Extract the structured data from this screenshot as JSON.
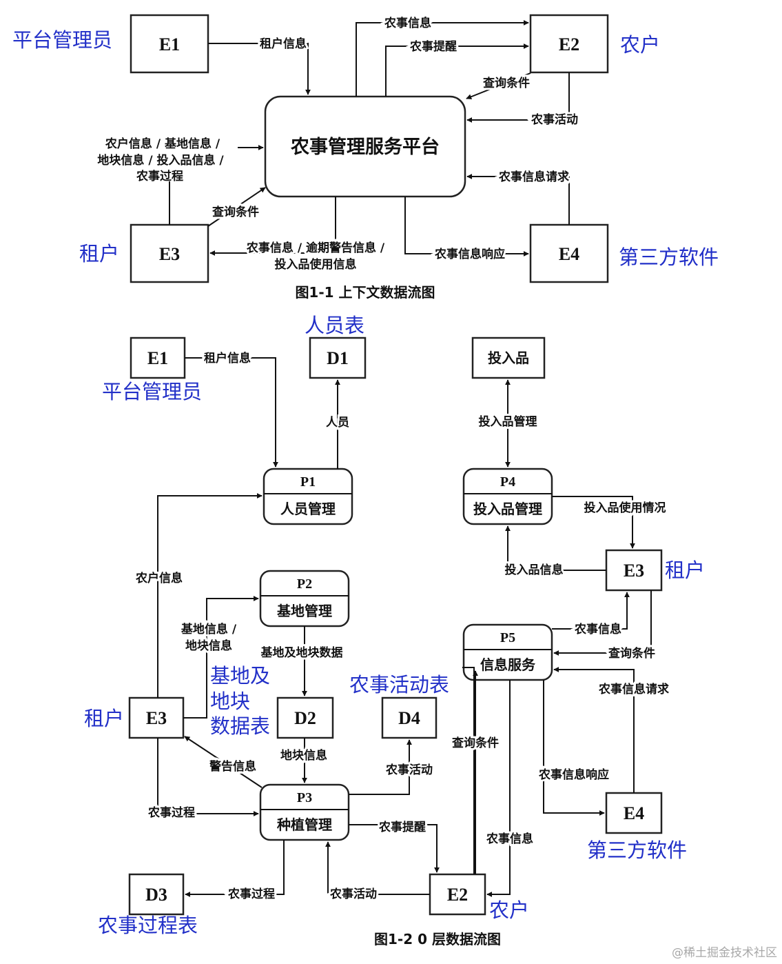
{
  "diagram1": {
    "center": "农事管理服务平台",
    "entities": {
      "e1": "E1",
      "e2": "E2",
      "e3": "E3",
      "e4": "E4"
    },
    "roles": {
      "e1": "平台管理员",
      "e2": "农户",
      "e3": "租户",
      "e4": "第三方软件"
    },
    "flows": {
      "tenant_info": "租户信息",
      "farm_info": "农事信息",
      "farm_reminder": "农事提醒",
      "query_cond_e2": "查询条件",
      "farm_activity": "农事活动",
      "e3_input_1": "农户信息 / 基地信息 /",
      "e3_input_2": "地块信息 / 投入品信息 /",
      "e3_input_3": "农事过程",
      "query_cond_e3": "查询条件",
      "farm_info_request": "农事信息请求",
      "e3_output_1": "农事信息 / 逾期警告信息 /",
      "e3_output_2": "投入品使用信息",
      "farm_info_response": "农事信息响应"
    },
    "caption": "图1-1 上下文数据流图"
  },
  "diagram2": {
    "entities": {
      "e1": "E1",
      "e2": "E2",
      "e3a": "E3",
      "e3b": "E3",
      "e4": "E4"
    },
    "roles": {
      "e1": "平台管理员",
      "e2": "农户",
      "e3a": "租户",
      "e3b": "租户",
      "e4": "第三方软件"
    },
    "stores": {
      "d1": "D1",
      "d1_name": "人员表",
      "d2": "D2",
      "d2_name_1": "基地及",
      "d2_name_2": "地块",
      "d2_name_3": "数据表",
      "d3": "D3",
      "d3_name": "农事过程表",
      "d4": "D4",
      "d4_name": "农事活动表",
      "input_goods": "投入品"
    },
    "processes": {
      "p1": "P1",
      "p1_name": "人员管理",
      "p2": "P2",
      "p2_name": "基地管理",
      "p3": "P3",
      "p3_name": "种植管理",
      "p4": "P4",
      "p4_name": "投入品管理",
      "p5": "P5",
      "p5_name": "信息服务"
    },
    "flows": {
      "tenant_info": "租户信息",
      "personnel": "人员",
      "input_mgmt": "投入品管理",
      "input_usage": "投入品使用情况",
      "input_info": "投入品信息",
      "farmer_info": "农户信息",
      "base_info_1": "基地信息 /",
      "base_info_2": "地块信息",
      "base_plot_data": "基地及地块数据",
      "plot_info": "地块信息",
      "warning_info": "警告信息",
      "farm_process": "农事过程",
      "farm_activity_d4": "农事活动",
      "farm_reminder": "农事提醒",
      "query_cond_e2": "查询条件",
      "farm_info_e2": "农事信息",
      "farm_info_e3": "农事信息",
      "query_cond_e3": "查询条件",
      "farm_info_request": "农事信息请求",
      "farm_info_response": "农事信息响应",
      "farm_process_d3": "农事过程",
      "farm_activity_e2": "农事活动"
    },
    "caption": "图1-2 0 层数据流图"
  },
  "watermark": "@稀土掘金技术社区"
}
